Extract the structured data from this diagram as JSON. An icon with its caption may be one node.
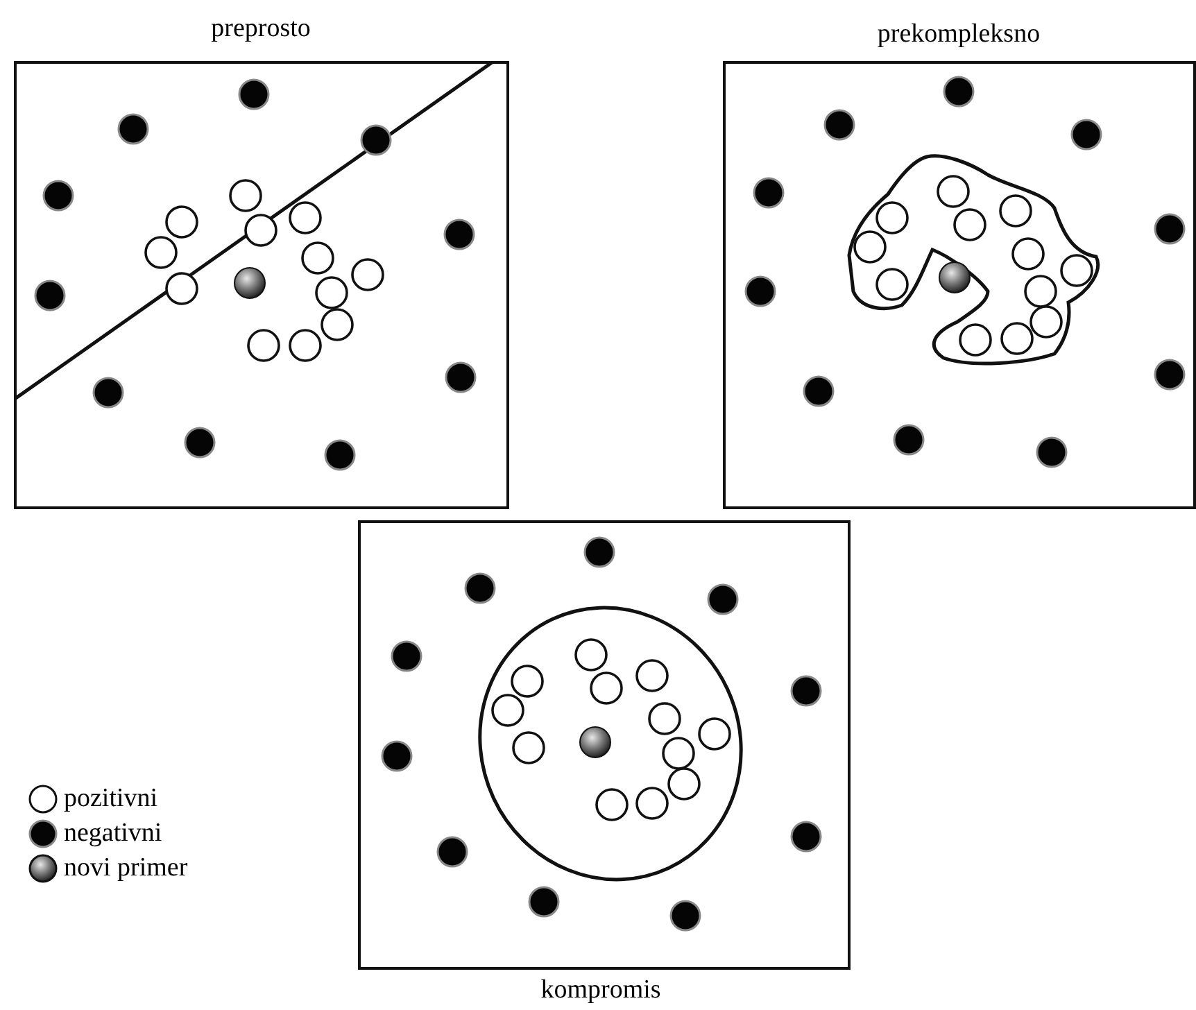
{
  "diagram": {
    "nodes": [
      {
        "text": [
          "preprosto"
        ]
      },
      {
        "text": [
          "prekompleksno"
        ]
      },
      {
        "text": [
          "kompromis"
        ]
      }
    ],
    "legend": [
      {
        "text": "pozitivni"
      },
      {
        "text": "negativni"
      },
      {
        "text": "novi primer"
      }
    ]
  }
}
